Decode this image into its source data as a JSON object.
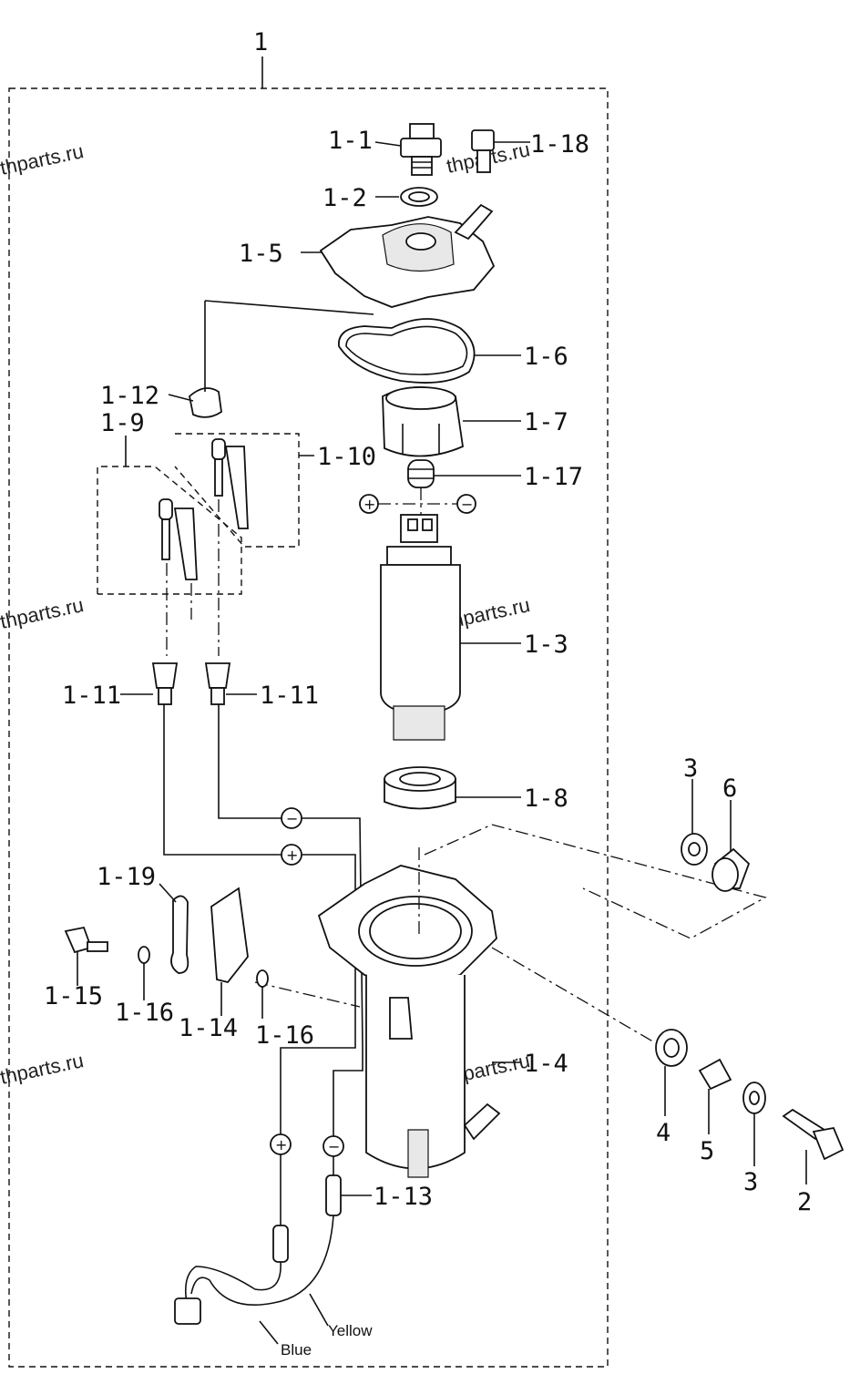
{
  "diagram": {
    "assembly_label": "1",
    "watermark": "thparts.ru",
    "labels": {
      "p1_1": "1-1",
      "p1_2": "1-2",
      "p1_3": "1-3",
      "p1_4": "1-4",
      "p1_5": "1-5",
      "p1_6": "1-6",
      "p1_7": "1-7",
      "p1_8": "1-8",
      "p1_9": "1-9",
      "p1_10": "1-10",
      "p1_11a": "1-11",
      "p1_11b": "1-11",
      "p1_12": "1-12",
      "p1_13": "1-13",
      "p1_14": "1-14",
      "p1_15": "1-15",
      "p1_16a": "1-16",
      "p1_16b": "1-16",
      "p1_17": "1-17",
      "p1_18": "1-18",
      "p1_19": "1-19",
      "p2": "2",
      "p3a": "3",
      "p3b": "3",
      "p4": "4",
      "p5": "5",
      "p6": "6"
    },
    "polarity": {
      "plus": "+",
      "minus": "−"
    },
    "wires": {
      "yellow": "Yellow",
      "blue": "Blue"
    }
  }
}
